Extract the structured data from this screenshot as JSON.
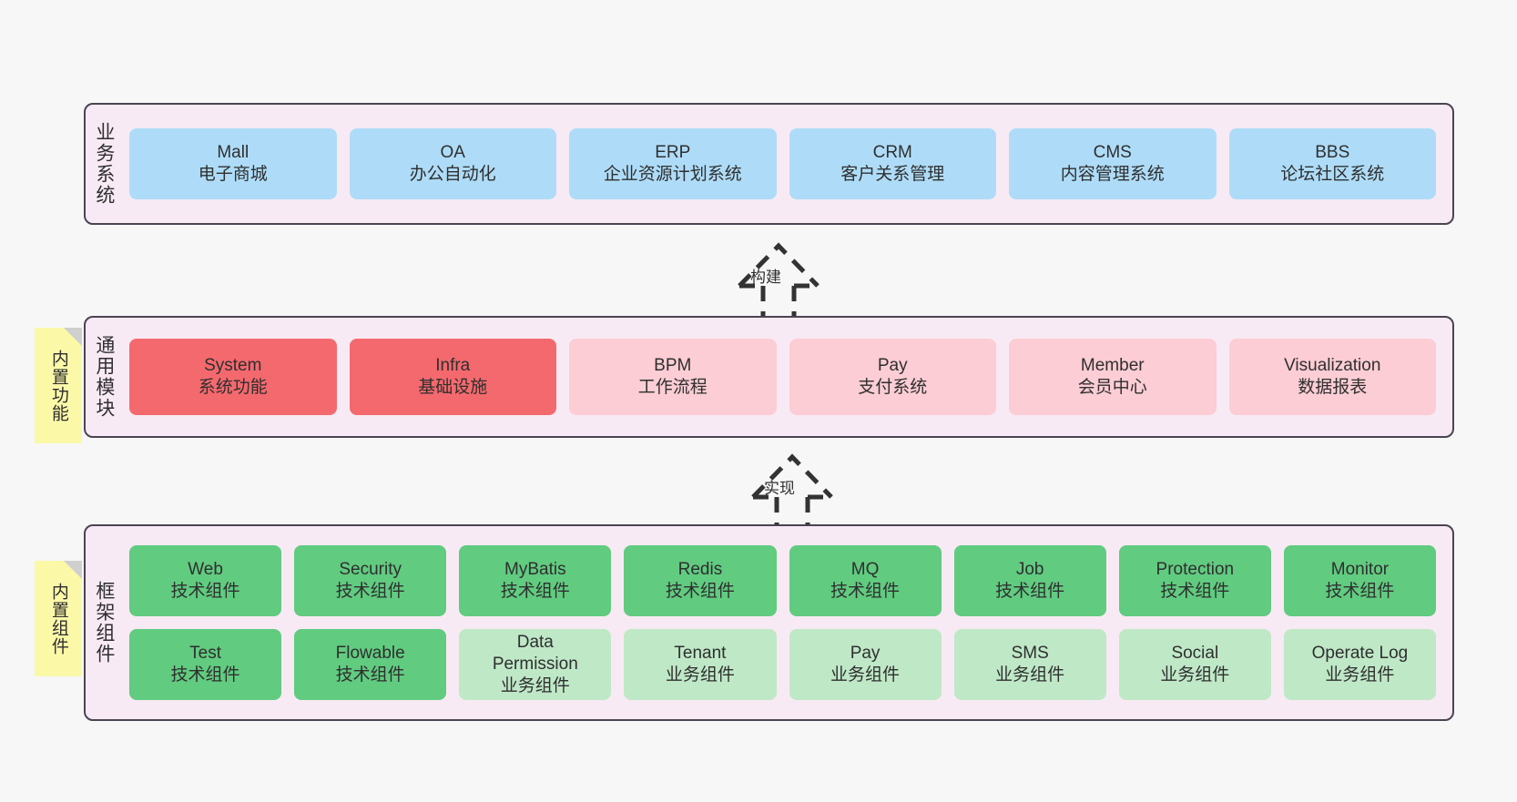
{
  "diagram": {
    "background_color": "#f7f7f7",
    "container_fill": "#f8eaf4",
    "container_border": "#4a4453"
  },
  "notes": [
    {
      "id": "builtin-features",
      "label": "内置功能",
      "color": "#fbf8a8"
    },
    {
      "id": "builtin-components",
      "label": "内置组件",
      "color": "#fbf8a8"
    }
  ],
  "connectors": [
    {
      "id": "build",
      "label": "构建",
      "style": "dashed-hollow-arrow-up"
    },
    {
      "id": "implement",
      "label": "实现",
      "style": "dashed-hollow-arrow-up"
    }
  ],
  "layers": [
    {
      "id": "business-systems",
      "title": "业务系统",
      "rows": [
        {
          "cells": [
            {
              "name": "Mall",
              "sub": "电子商城",
              "color": "#aedcf8",
              "variant": "blue"
            },
            {
              "name": "OA",
              "sub": "办公自动化",
              "color": "#aedcf8",
              "variant": "blue"
            },
            {
              "name": "ERP",
              "sub": "企业资源计划系统",
              "color": "#aedcf8",
              "variant": "blue"
            },
            {
              "name": "CRM",
              "sub": "客户关系管理",
              "color": "#aedcf8",
              "variant": "blue"
            },
            {
              "name": "CMS",
              "sub": "内容管理系统",
              "color": "#aedcf8",
              "variant": "blue"
            },
            {
              "name": "BBS",
              "sub": "论坛社区系统",
              "color": "#aedcf8",
              "variant": "blue"
            }
          ]
        }
      ]
    },
    {
      "id": "common-modules",
      "title": "通用模块",
      "rows": [
        {
          "cells": [
            {
              "name": "System",
              "sub": "系统功能",
              "color": "#f4696e",
              "variant": "red"
            },
            {
              "name": "Infra",
              "sub": "基础设施",
              "color": "#f4696e",
              "variant": "red"
            },
            {
              "name": "BPM",
              "sub": "工作流程",
              "color": "#fccdd4",
              "variant": "pink"
            },
            {
              "name": "Pay",
              "sub": "支付系统",
              "color": "#fccdd4",
              "variant": "pink"
            },
            {
              "name": "Member",
              "sub": "会员中心",
              "color": "#fccdd4",
              "variant": "pink"
            },
            {
              "name": "Visualization",
              "sub": "数据报表",
              "color": "#fccdd4",
              "variant": "pink"
            }
          ]
        }
      ]
    },
    {
      "id": "framework-components",
      "title": "框架组件",
      "rows": [
        {
          "cells": [
            {
              "name": "Web",
              "sub": "技术组件",
              "color": "#61cb80",
              "variant": "green"
            },
            {
              "name": "Security",
              "sub": "技术组件",
              "color": "#61cb80",
              "variant": "green"
            },
            {
              "name": "MyBatis",
              "sub": "技术组件",
              "color": "#61cb80",
              "variant": "green"
            },
            {
              "name": "Redis",
              "sub": "技术组件",
              "color": "#61cb80",
              "variant": "green"
            },
            {
              "name": "MQ",
              "sub": "技术组件",
              "color": "#61cb80",
              "variant": "green"
            },
            {
              "name": "Job",
              "sub": "技术组件",
              "color": "#61cb80",
              "variant": "green"
            },
            {
              "name": "Protection",
              "sub": "技术组件",
              "color": "#61cb80",
              "variant": "green"
            },
            {
              "name": "Monitor",
              "sub": "技术组件",
              "color": "#61cb80",
              "variant": "green"
            }
          ]
        },
        {
          "cells": [
            {
              "name": "Test",
              "sub": "技术组件",
              "color": "#61cb80",
              "variant": "green"
            },
            {
              "name": "Flowable",
              "sub": "技术组件",
              "color": "#61cb80",
              "variant": "green"
            },
            {
              "name": "Data Permission",
              "sub": "业务组件",
              "color": "#bfe8c7",
              "variant": "lgreen"
            },
            {
              "name": "Tenant",
              "sub": "业务组件",
              "color": "#bfe8c7",
              "variant": "lgreen"
            },
            {
              "name": "Pay",
              "sub": "业务组件",
              "color": "#bfe8c7",
              "variant": "lgreen"
            },
            {
              "name": "SMS",
              "sub": "业务组件",
              "color": "#bfe8c7",
              "variant": "lgreen"
            },
            {
              "name": "Social",
              "sub": "业务组件",
              "color": "#bfe8c7",
              "variant": "lgreen"
            },
            {
              "name": "Operate Log",
              "sub": "业务组件",
              "color": "#bfe8c7",
              "variant": "lgreen"
            }
          ]
        }
      ]
    }
  ]
}
